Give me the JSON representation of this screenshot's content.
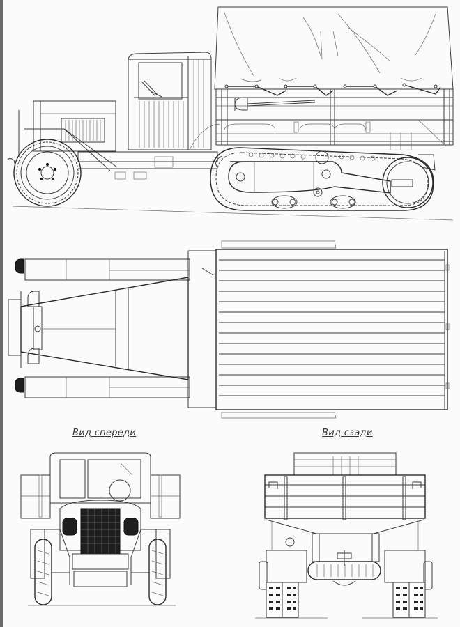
{
  "drawing": {
    "subject": "half-track truck technical drawing",
    "line_color": "#3a3a3a",
    "background_color": "#fbfbfb",
    "views": [
      {
        "id": "side",
        "label": ""
      },
      {
        "id": "top",
        "label": ""
      },
      {
        "id": "front",
        "label": "Вид спереди"
      },
      {
        "id": "rear",
        "label": "Вид сзади"
      }
    ]
  }
}
